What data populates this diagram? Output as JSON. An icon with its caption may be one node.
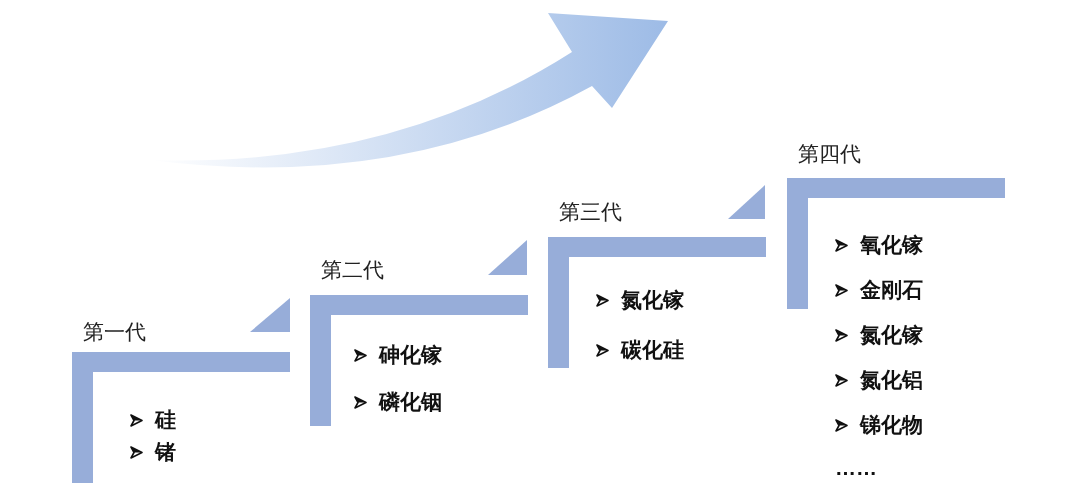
{
  "diagram": {
    "nodes": [
      {
        "text": [
          "第一代",
          "硅",
          "锗"
        ]
      },
      {
        "text": [
          "第二代",
          "砷化镓",
          "磷化铟"
        ]
      },
      {
        "text": [
          "第三代",
          "氮化镓",
          "碳化硅"
        ]
      },
      {
        "text": [
          "第四代",
          "氧化镓",
          "金刚石",
          "氮化镓",
          "氮化铝",
          "锑化物",
          "……"
        ]
      }
    ]
  }
}
